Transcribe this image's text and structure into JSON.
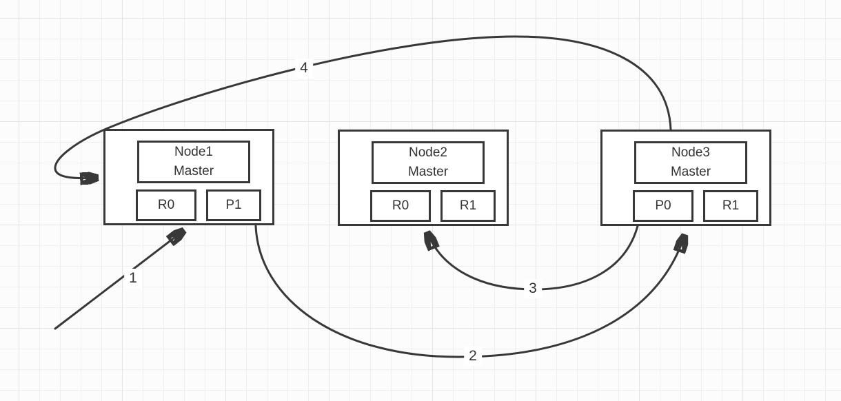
{
  "diagram": {
    "background_color": "#fcfcfc",
    "grid_minor_color": "#efefef",
    "grid_major_color": "#e4e4e4",
    "stroke_color": "#383838",
    "shape_fill": "#ffffff"
  },
  "nodes": [
    {
      "id": "node1",
      "title": "Node1",
      "subtitle": "Master",
      "left_slot": "R0",
      "right_slot": "P1"
    },
    {
      "id": "node2",
      "title": "Node2",
      "subtitle": "Master",
      "left_slot": "R0",
      "right_slot": "R1"
    },
    {
      "id": "node3",
      "title": "Node3",
      "subtitle": "Master",
      "left_slot": "P0",
      "right_slot": "R1"
    }
  ],
  "edges": [
    {
      "label": "1",
      "from": "external-bottom-left",
      "to": "node1-bottom-between-R0-P1",
      "style": "straight-arrow"
    },
    {
      "label": "2",
      "from": "node1-P1-bottom",
      "to": "node3-P0-bottom",
      "style": "curved-arrow"
    },
    {
      "label": "3",
      "from": "node3-P0-bottom",
      "to": "node2-R0-bottom",
      "style": "curved-arrow"
    },
    {
      "label": "4",
      "from": "node3-top",
      "to": "node1-left-side",
      "style": "curved-loop-arrow"
    }
  ]
}
